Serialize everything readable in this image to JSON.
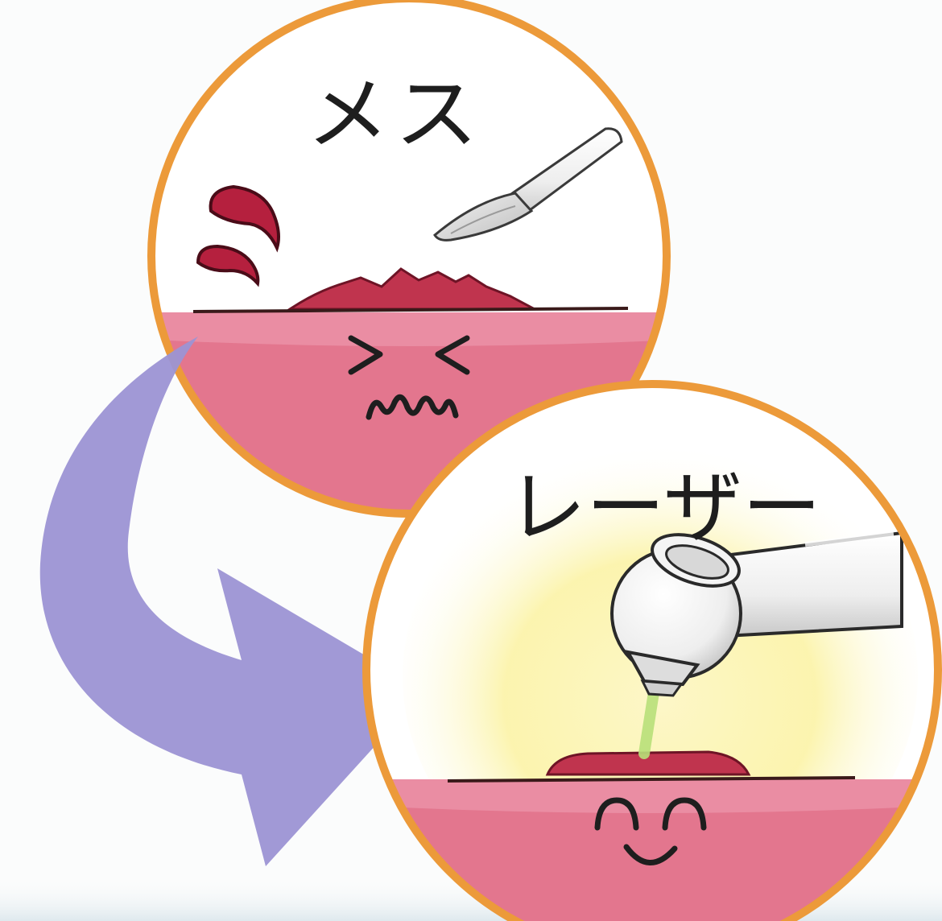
{
  "labels": {
    "scalpel": "メス",
    "laser": "レーザー"
  },
  "panels": [
    {
      "name": "scalpel-panel",
      "face": "pained",
      "tool": "scalpel-icon"
    },
    {
      "name": "laser-panel",
      "face": "smiling",
      "tool": "laser-handpiece-icon"
    }
  ],
  "colors": {
    "circle_border": "#ec9a3a",
    "gum": "#e3768e",
    "wound": "#c0344e",
    "blood": "#b5203e",
    "arrow": "#9c93d4",
    "glow": "#fbf3a6",
    "beam": "#b9e07a",
    "ink": "#1e1e1e"
  }
}
